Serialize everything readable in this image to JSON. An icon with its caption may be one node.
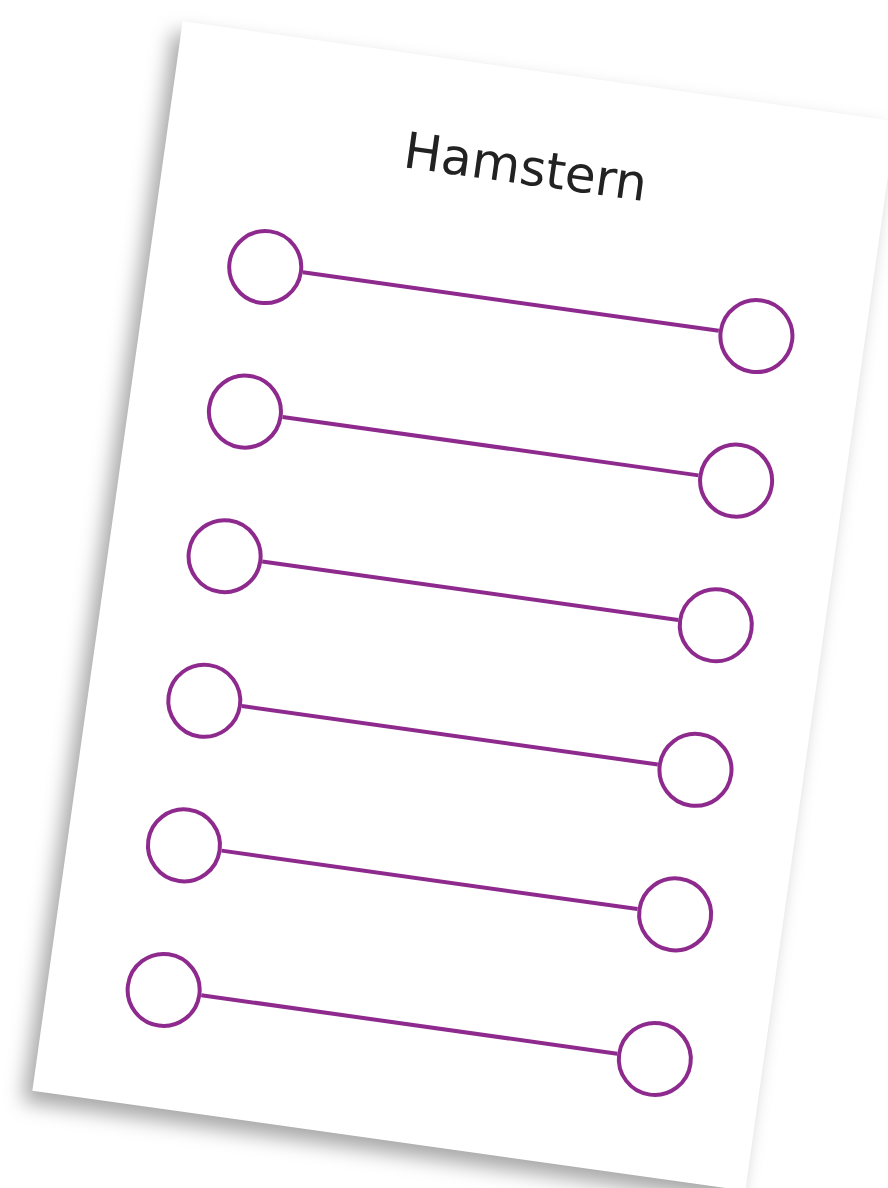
{
  "diagram": {
    "title": "Hamstern",
    "nodes": [
      {
        "text": [],
        "shape": "circle"
      },
      {
        "text": [],
        "shape": "circle"
      },
      {
        "text": [],
        "shape": "circle"
      },
      {
        "text": [],
        "shape": "circle"
      },
      {
        "text": [],
        "shape": "circle"
      },
      {
        "text": [],
        "shape": "circle"
      },
      {
        "text": [],
        "shape": "circle"
      },
      {
        "text": [],
        "shape": "circle"
      },
      {
        "text": [],
        "shape": "circle"
      },
      {
        "text": [],
        "shape": "circle"
      },
      {
        "text": [],
        "shape": "circle"
      },
      {
        "text": [],
        "shape": "circle"
      }
    ],
    "edges": [
      {
        "from": 0,
        "to": 1,
        "arrow": "none"
      },
      {
        "from": 2,
        "to": 3,
        "arrow": "none"
      },
      {
        "from": 4,
        "to": 5,
        "arrow": "none"
      },
      {
        "from": 6,
        "to": 7,
        "arrow": "none"
      },
      {
        "from": 8,
        "to": 9,
        "arrow": "none"
      },
      {
        "from": 10,
        "to": 11,
        "arrow": "none"
      }
    ]
  }
}
